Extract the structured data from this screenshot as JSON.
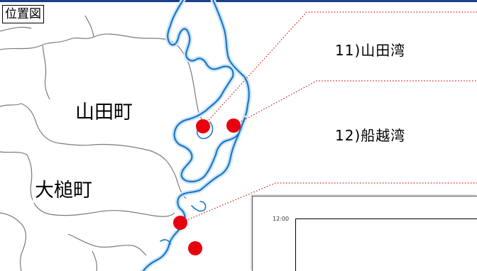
{
  "map": {
    "legend_title": "位置図",
    "towns": [
      {
        "id": "yamada",
        "label": "山田町"
      },
      {
        "id": "otsuchi",
        "label": "大槌町"
      }
    ],
    "bays": [
      {
        "id": "yamada-bay",
        "label": "11)山田湾"
      },
      {
        "id": "funakoshi-bay",
        "label": "12)船越湾"
      }
    ],
    "colors": {
      "coastline": "#1b78c8",
      "coast_glow": "#cfe6f7",
      "boundary": "#7a7a7a",
      "marker": "#e8000f",
      "leader": "#d0271e",
      "header_bar": "#1b3f8c"
    }
  },
  "inset_chart": {
    "time_label": "12:00"
  }
}
